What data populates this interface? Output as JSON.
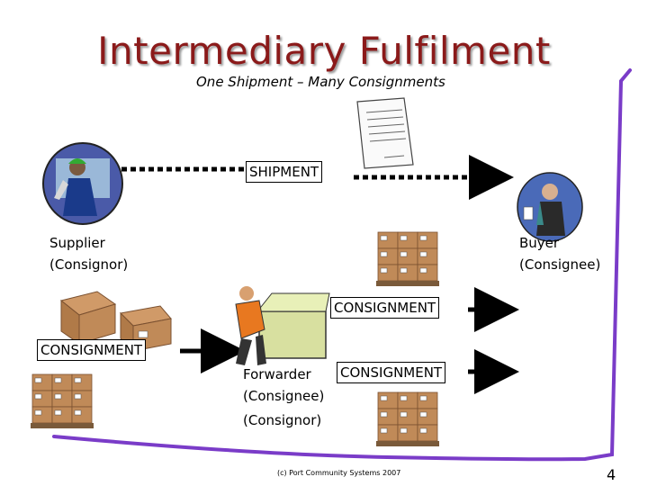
{
  "title": "Intermediary Fulfilment",
  "subtitle": "One Shipment – Many Consignments",
  "shipment_label": "SHIPMENT",
  "supplier": {
    "line1": "Supplier",
    "line2": "(Consignor)"
  },
  "buyer": {
    "line1": "Buyer",
    "line2": "(Consignee)"
  },
  "consignment_label": "CONSIGNMENT",
  "forwarder": {
    "line1": "Forwarder",
    "line2": "(Consignee)",
    "line3": "(Consignor)"
  },
  "footer": "(c) Port Community Systems 2007",
  "page_number": "4",
  "icons": [
    "document-icon",
    "supplier-worker-icon",
    "buyer-person-icon",
    "forwarder-person-icon",
    "pallet-boxes-icon",
    "loose-boxes-icon"
  ],
  "colors": {
    "title": "#8b1a1a",
    "accent_line": "#7a3cc8",
    "box": "#c08a58",
    "arrow": "#000000"
  }
}
